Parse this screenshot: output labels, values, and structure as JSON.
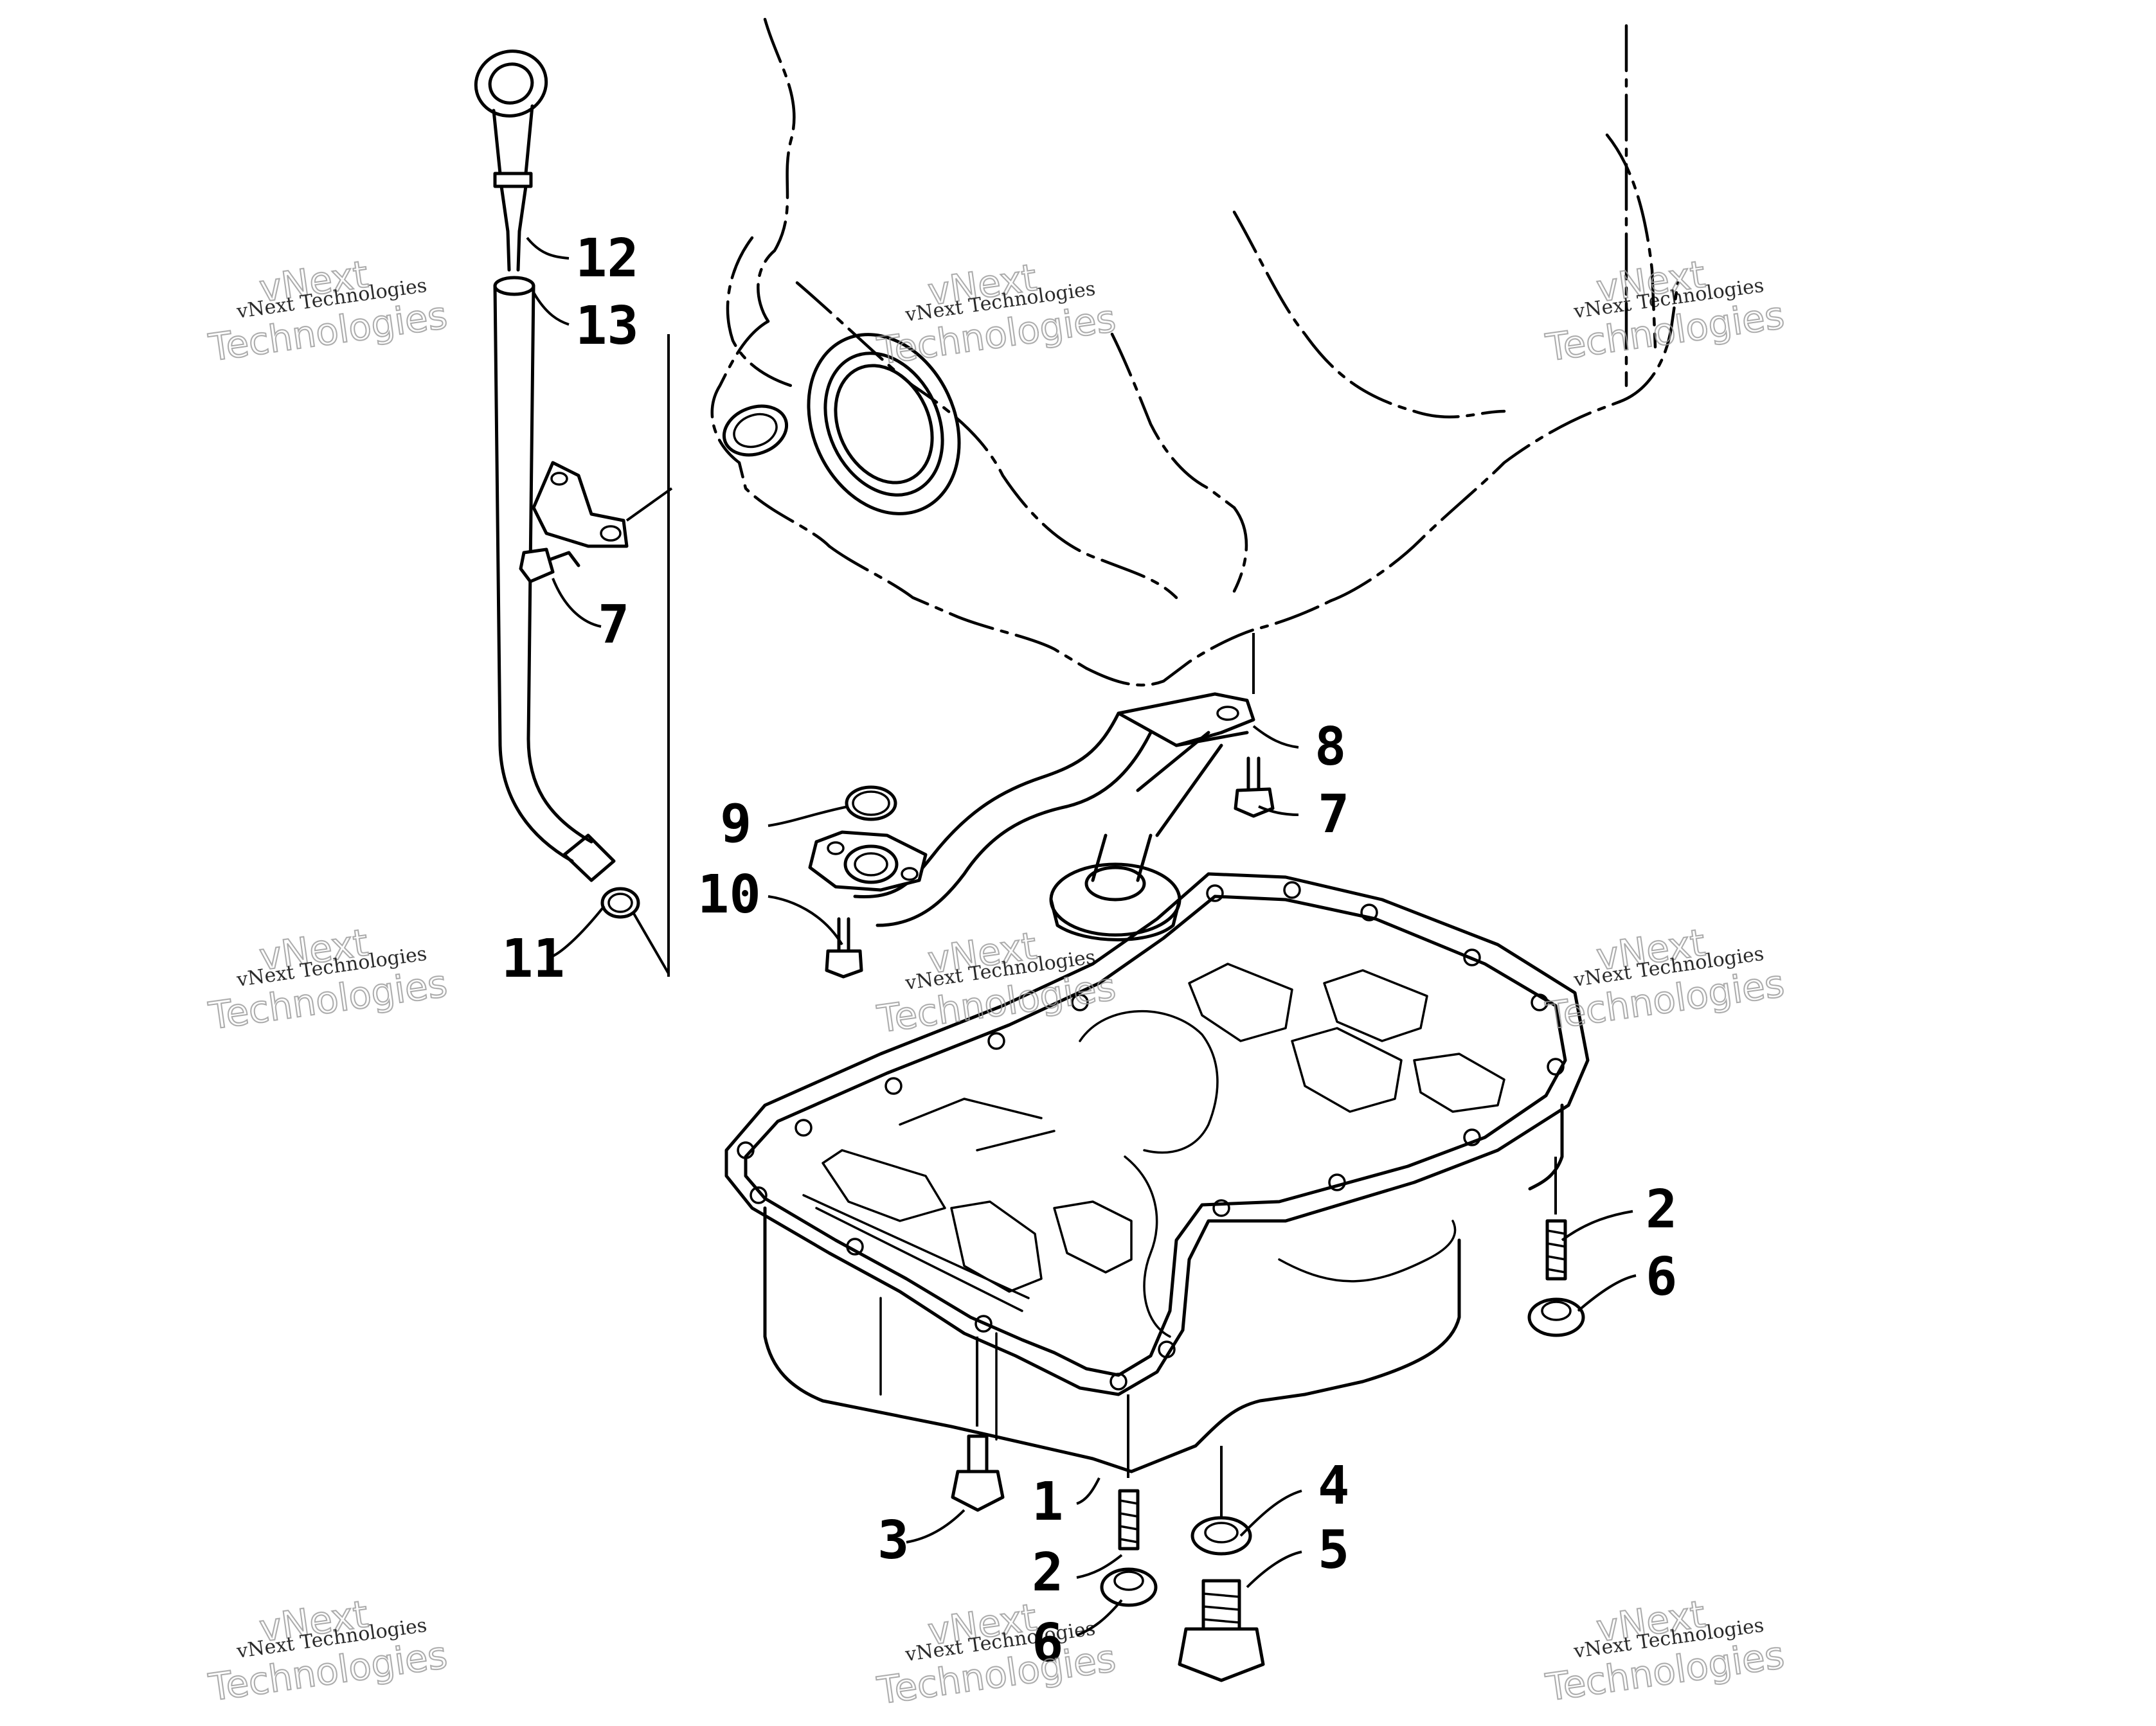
{
  "diagram": {
    "callouts": [
      "1",
      "2",
      "3",
      "4",
      "5",
      "6",
      "7",
      "8",
      "9",
      "10",
      "11",
      "12",
      "13",
      "2",
      "6",
      "7"
    ],
    "watermark": {
      "line1": "vNext Technologies",
      "line2": "vNext",
      "line3": "Technologies"
    }
  }
}
